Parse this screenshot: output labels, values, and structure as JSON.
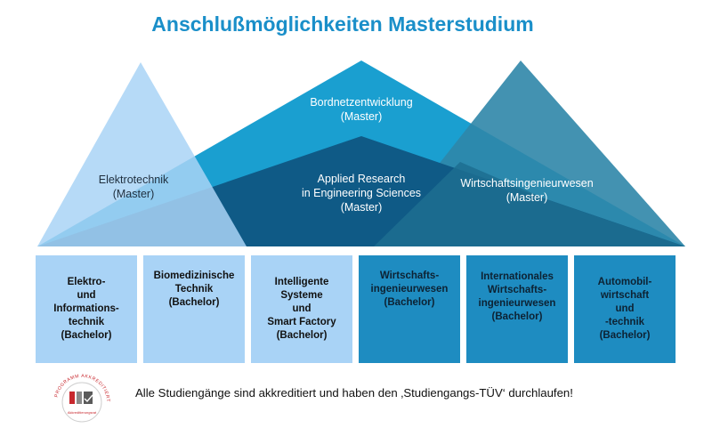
{
  "title": "Anschlußmöglichkeiten Masterstudium",
  "triangles": [
    {
      "id": "elektrotechnik",
      "lines": [
        "Elektrotechnik",
        "(Master)"
      ]
    },
    {
      "id": "bordnetz",
      "lines": [
        "Bordnetzentwicklung",
        "(Master)"
      ]
    },
    {
      "id": "applied",
      "lines": [
        "Applied Research",
        "in Engineering Sciences",
        "(Master)"
      ]
    },
    {
      "id": "wirtschaft",
      "lines": [
        "Wirtschaftsingenieurwesen",
        "(Master)"
      ]
    }
  ],
  "bachelors": [
    {
      "lines": [
        "Elektro-",
        "und",
        "Informations-",
        "technik",
        "(Bachelor)"
      ]
    },
    {
      "lines": [
        "Biomedizinische",
        "Technik",
        "(Bachelor)"
      ]
    },
    {
      "lines": [
        "Intelligente",
        "Systeme",
        "und",
        "Smart Factory",
        "(Bachelor)"
      ]
    },
    {
      "lines": [
        "Wirtschafts-",
        "ingenieurwesen",
        "(Bachelor)"
      ]
    },
    {
      "lines": [
        "Internationales",
        "Wirtschafts-",
        "ingenieurwesen",
        "(Bachelor)"
      ]
    },
    {
      "lines": [
        "Automobil-",
        "wirtschaft",
        "und",
        "-technik",
        "(Bachelor)"
      ]
    }
  ],
  "footer": "Alle Studiengänge sind akkreditiert und haben den ‚Studiengangs-TÜV‘ durchlaufen!",
  "seal": {
    "text": "PROGRAMM AKKREDITIERT",
    "sub": "Akkreditierungsrat"
  },
  "colors": {
    "title": "#1a8fc9",
    "light_blue": "#a9d3f6",
    "mid_blue": "#1a9fd0",
    "dark_blue": "#0f5a86",
    "teal": "#2f86a8",
    "box_dark": "#1e8cc1"
  }
}
